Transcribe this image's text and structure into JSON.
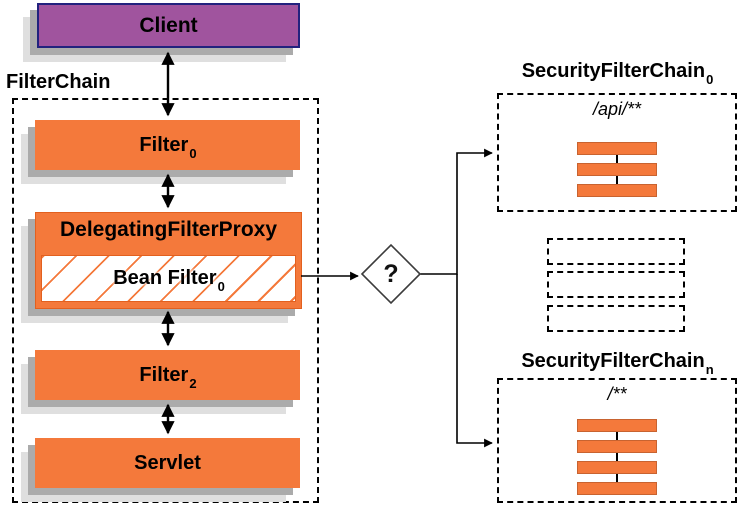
{
  "colors": {
    "orange": "#F4793B",
    "orange-border": "#E2601F",
    "purple": "#A0549E",
    "purple-border": "#22227E",
    "shadow1": "#ababab",
    "shadow2": "#dfdfdf"
  },
  "left_column": {
    "client": {
      "label": "Client"
    },
    "filterchain_label": "FilterChain",
    "filter0": {
      "text": "Filter",
      "sub": "0"
    },
    "delegating_filter_proxy": {
      "label": "DelegatingFilterProxy"
    },
    "bean_filter": {
      "text": "Bean Filter",
      "sub": "0"
    },
    "filter2": {
      "text": "Filter",
      "sub": "2"
    },
    "servlet": {
      "label": "Servlet"
    }
  },
  "decision": {
    "label": "?"
  },
  "right_column": {
    "chain0": {
      "title_text": "SecurityFilterChain",
      "title_sub": "0",
      "url_pattern": "/api/**",
      "bar_count": 3
    },
    "chainN": {
      "title_text": "SecurityFilterChain",
      "title_sub": "n",
      "url_pattern": "/**",
      "bar_count": 4
    },
    "placeholder_chains": 3
  }
}
